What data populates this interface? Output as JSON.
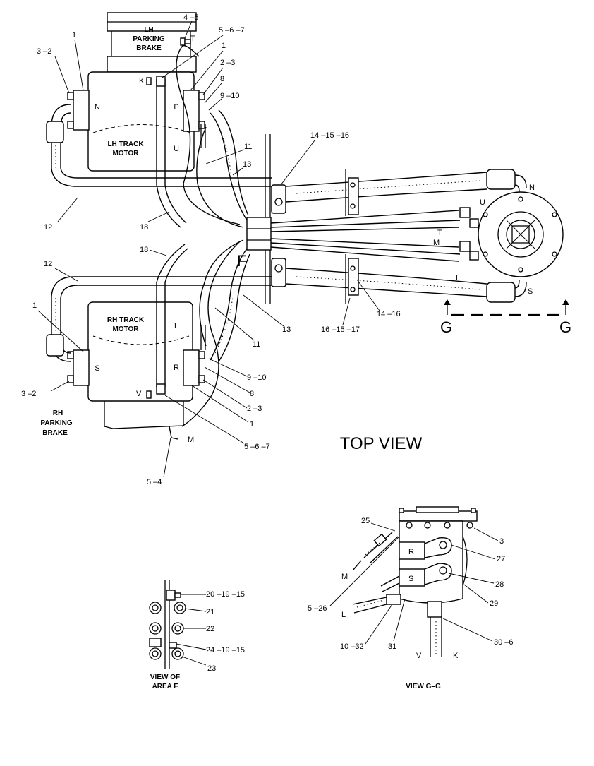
{
  "labels": {
    "lh_parking_brake": [
      "LH",
      "PARKING",
      "BRAKE"
    ],
    "lh_track_motor": [
      "LH TRACK",
      "MOTOR"
    ],
    "rh_track_motor": [
      "RH TRACK",
      "MOTOR"
    ],
    "rh_parking_brake": [
      "RH",
      "PARKING",
      "BRAKE"
    ],
    "top_view": "TOP VIEW",
    "view_area_f": [
      "VIEW OF",
      "AREA F"
    ],
    "view_g_g": "VIEW G–G",
    "area_f": "F",
    "section_g_left": "G",
    "section_g_right": "G"
  },
  "ports": {
    "T_top": "T",
    "K": "K",
    "N_lh": "N",
    "P": "P",
    "U_lh": "U",
    "N_swivel": "N",
    "U_swivel": "U",
    "T_swivel": "T",
    "M_swivel": "M",
    "L_swivel": "L",
    "S_swivel": "S",
    "L_rh": "L",
    "S_rh": "S",
    "R_rh": "R",
    "V": "V",
    "M_bottom": "M",
    "R_gg": "R",
    "S_gg": "S",
    "M_gg": "M",
    "L_gg": "L",
    "V_gg": "V",
    "K_gg": "K"
  },
  "callouts": {
    "c_4_5": "4 –5",
    "c_5_6_7_top": "5 –6 –7",
    "c_1_top": "1",
    "c_2_3_top": "2 –3",
    "c_8_top": "8",
    "c_9_10_top": "9 –10",
    "c_1_lh": "1",
    "c_3_2_lh": "3 –2",
    "c_14_15_16": "14 –15 –16",
    "c_11_top": "11",
    "c_13_top": "13",
    "c_12_top": "12",
    "c_18_top": "18",
    "c_18_bot": "18",
    "c_12_bot": "12",
    "c_1_rh": "1",
    "c_13_bot": "13",
    "c_14_16": "14 –16",
    "c_16_15_17": "16 –15 –17",
    "c_11_bot": "11",
    "c_9_10_bot": "9 –10",
    "c_8_bot": "8",
    "c_2_3_bot": "2 –3",
    "c_1_bot": "1",
    "c_5_6_7_bot": "5 –6 –7",
    "c_3_2_rh": "3 –2",
    "c_5_4": "5 –4",
    "c_20_19_15": "20 –19 –15",
    "c_21": "21",
    "c_22": "22",
    "c_24_19_15": "24 –19 –15",
    "c_23": "23",
    "c_25": "25",
    "c_3_gg": "3",
    "c_27": "27",
    "c_28": "28",
    "c_29": "29",
    "c_5_26": "5 –26",
    "c_10_32": "10 –32",
    "c_31": "31",
    "c_30_6": "30 –6"
  }
}
